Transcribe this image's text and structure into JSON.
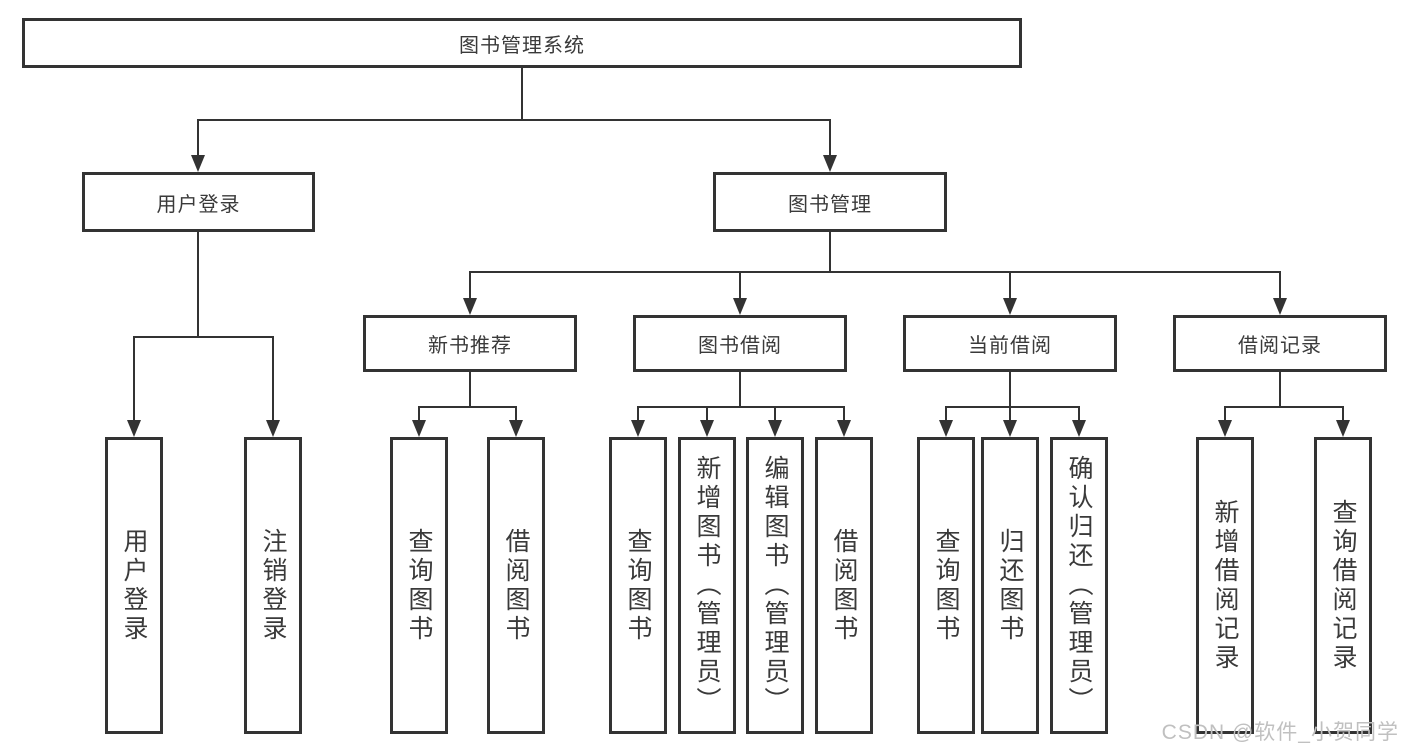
{
  "diagram": {
    "root": {
      "label": "图书管理系统"
    },
    "branches": [
      {
        "label": "用户登录",
        "children": [
          {
            "label": "用户登录"
          },
          {
            "label": "注销登录"
          }
        ]
      },
      {
        "label": "图书管理",
        "children": [
          {
            "label": "新书推荐",
            "children": [
              {
                "label": "查询图书"
              },
              {
                "label": "借阅图书"
              }
            ]
          },
          {
            "label": "图书借阅",
            "children": [
              {
                "label": "查询图书"
              },
              {
                "label": "新增图书（管理员）"
              },
              {
                "label": "编辑图书（管理员）"
              },
              {
                "label": "借阅图书"
              }
            ]
          },
          {
            "label": "当前借阅",
            "children": [
              {
                "label": "查询图书"
              },
              {
                "label": "归还图书"
              },
              {
                "label": "确认归还（管理员）"
              }
            ]
          },
          {
            "label": "借阅记录",
            "children": [
              {
                "label": "新增借阅记录"
              },
              {
                "label": "查询借阅记录"
              }
            ]
          }
        ]
      }
    ]
  },
  "watermark": {
    "text": "CSDN @软件_小贺同学"
  },
  "colors": {
    "line": "#333333",
    "text": "#3a3a3a",
    "box_background": "#ffffff",
    "page_background": "#ffffff",
    "watermark": "#c0c0c0"
  }
}
